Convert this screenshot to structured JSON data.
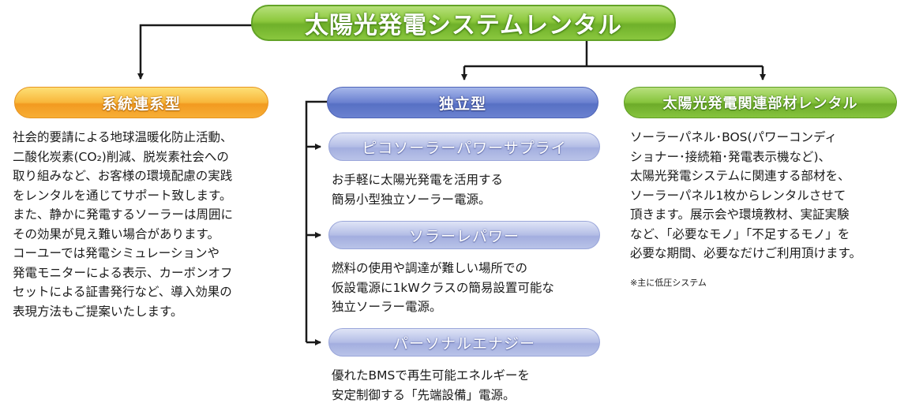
{
  "title": "太陽光発電システムレンタル",
  "categories": {
    "grid": {
      "label": "系統連系型",
      "lines": [
        "社会的要請による地球温暖化防止活動、",
        "二酸化炭素(CO₂)削減、脱炭素社会への",
        "取り組みなど、お客様の環境配慮の実践",
        "をレンタルを通じてサポート致します。",
        "また、静かに発電するソーラーは周囲に",
        "その効果が見え難い場合があります。",
        "コーユーでは発電シミュレーションや",
        "発電モニターによる表示、カーボンオフ",
        "セットによる証書発行など、導入効果の",
        "表現方法もご提案いたします。"
      ]
    },
    "standalone": {
      "label": "独立型",
      "items": [
        {
          "label": "ピコソーラーパワーサプライ",
          "lines": [
            "お手軽に太陽光発電を活用する",
            "簡易小型独立ソーラー電源。"
          ]
        },
        {
          "label": "ソラーレパワー",
          "lines": [
            "燃料の使用や調達が難しい場所での",
            "仮設電源に1kWクラスの簡易設置可能な",
            "独立ソーラー電源。"
          ]
        },
        {
          "label": "パーソナルエナジー",
          "lines": [
            "優れたBMSで再生可能エネルギーを",
            "安定制御する「先端設備」電源。"
          ]
        }
      ]
    },
    "parts": {
      "label": "太陽光発電関連部材レンタル",
      "lines": [
        "ソーラーパネル･BOS(パワーコンディ",
        "ショナー･接続箱･発電表示機など)、",
        "太陽光発電システムに関連する部材を、",
        "ソーラーパネル1枚からレンタルさせて",
        "頂きます。展示会や環境教材、実証実験",
        "など、「必要なモノ」「不足するモノ」を",
        "必要な期間、必要なだけご利用頂けます。"
      ],
      "note": "※主に低圧システム"
    }
  },
  "colors": {
    "title": "#8cc83c",
    "grid": "#f8b63a",
    "standalone": "#6a80d0",
    "standalone_sub": "#b3bde6",
    "parts": "#86c43c",
    "connector": "#1a1a1a"
  }
}
